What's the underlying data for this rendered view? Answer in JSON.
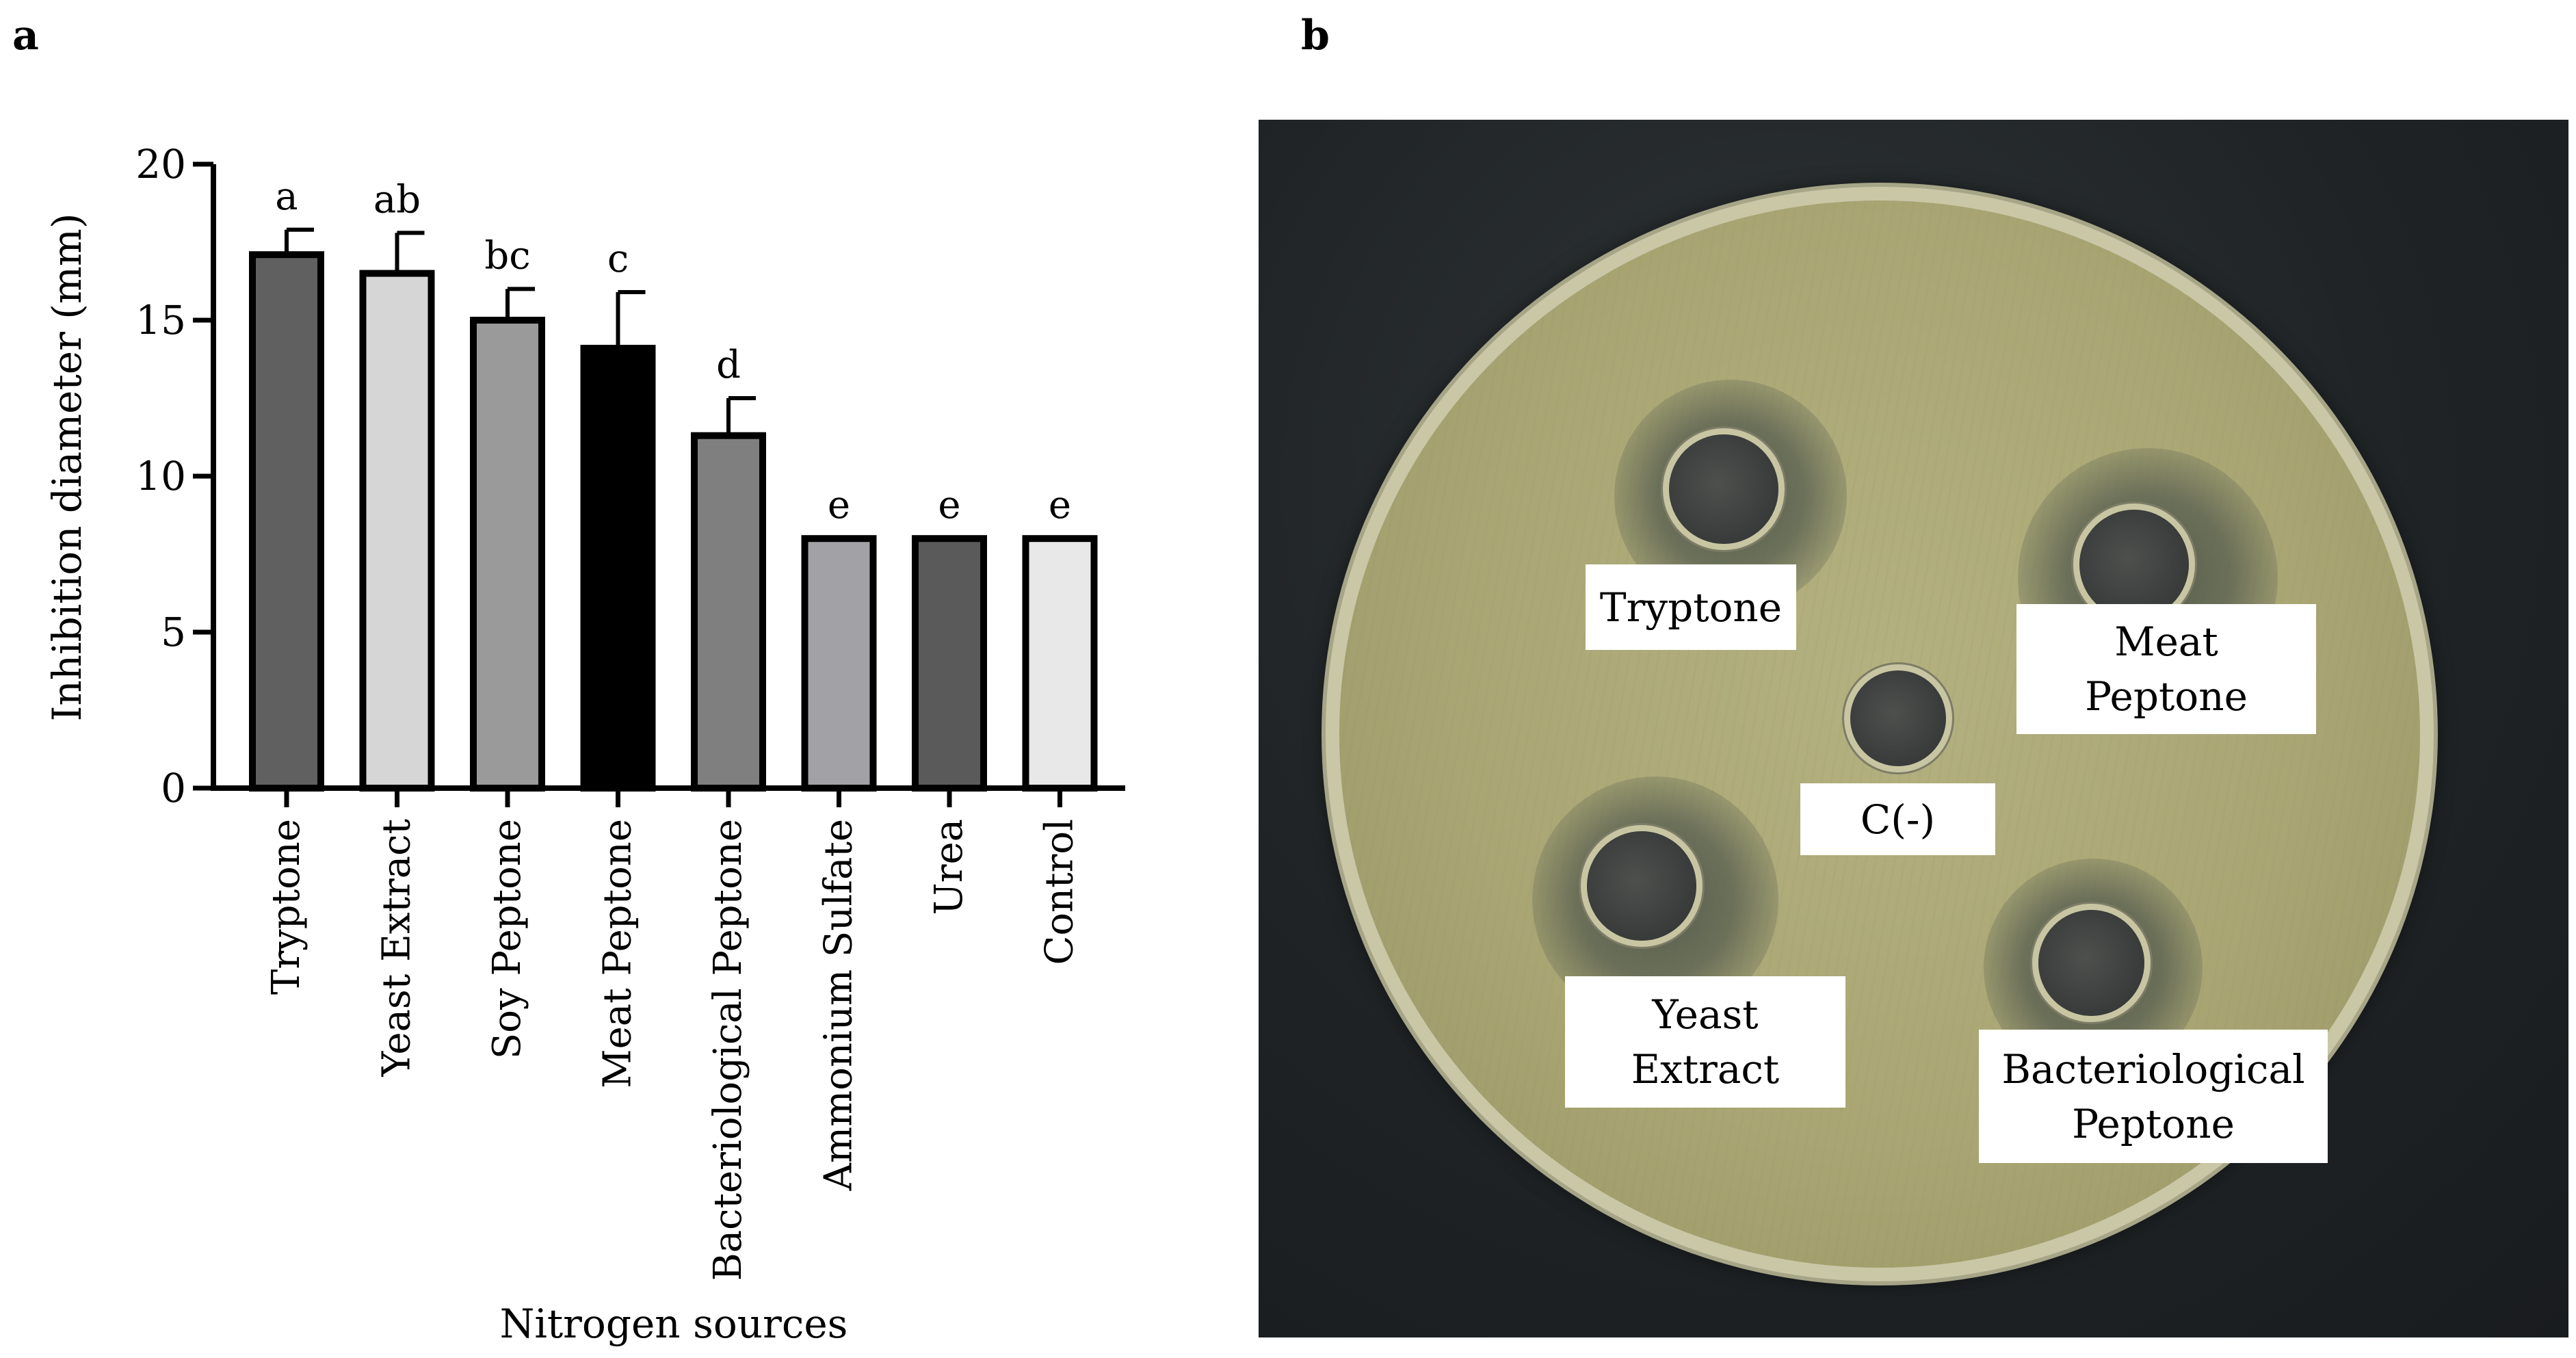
{
  "panels": {
    "a_label": "a",
    "b_label": "b"
  },
  "chart_data": {
    "type": "bar",
    "categories": [
      "Tryptone",
      "Yeast Extract",
      "Soy Peptone",
      "Meat  Peptone",
      "Bacteriological Peptone",
      "Ammonium Sulfate",
      "Urea",
      "Control"
    ],
    "values": [
      17.1,
      16.5,
      15.0,
      14.1,
      11.3,
      8.0,
      8.0,
      8.0
    ],
    "errors": [
      0.8,
      1.3,
      1.0,
      1.8,
      1.2,
      0,
      0,
      0
    ],
    "significance_letters": [
      "a",
      "ab",
      "bc",
      "c",
      "d",
      "e",
      "e",
      "e"
    ],
    "bar_colors": [
      "#606060",
      "#d6d6d6",
      "#9a9a9a",
      "#000000",
      "#7f7f7f",
      "#a2a2a6",
      "#5a5a5a",
      "#e8e8e8"
    ],
    "title": "",
    "xlabel": "Nitrogen sources",
    "ylabel": "Inhibition diameter (mm)",
    "ylim": [
      0,
      20
    ],
    "yticks": [
      0,
      5,
      10,
      15,
      20
    ],
    "grid": false,
    "legend": "none"
  },
  "photo": {
    "labels": {
      "tryptone": "Tryptone",
      "meat_peptone_1": "Meat",
      "meat_peptone_2": "Peptone",
      "control": "C(-)",
      "yeast_extract_1": "Yeast",
      "yeast_extract_2": "Extract",
      "bact_peptone_1": "Bacteriological",
      "bact_peptone_2": "Peptone"
    }
  }
}
